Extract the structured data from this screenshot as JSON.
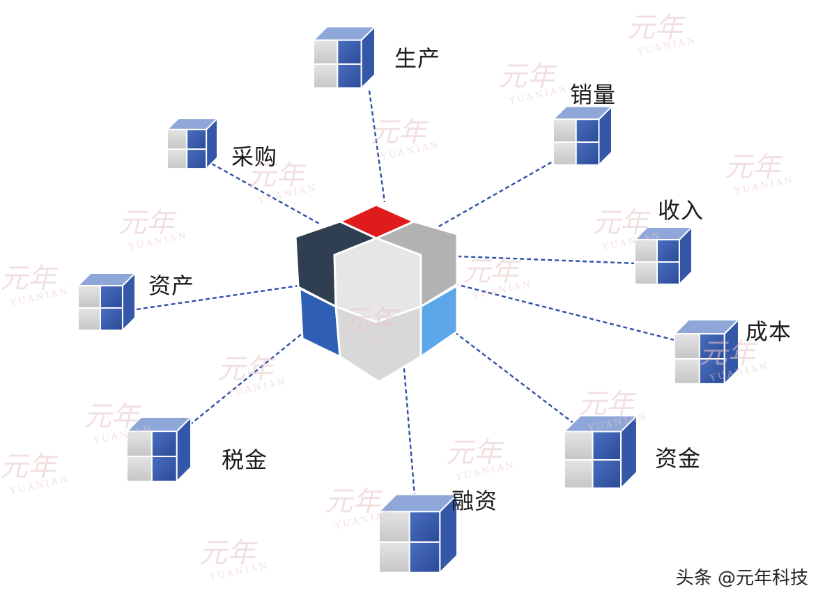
{
  "center": {
    "colors": {
      "top_left": "#2f3e50",
      "top_right": "#b2b2b2",
      "top_back": "#e01b1b",
      "front": "#e6e6e6",
      "bottom_left": "#2f5fb5",
      "bottom_right": "#5ea6ea",
      "bottom_front": "#d8d8d8"
    }
  },
  "nodes": [
    {
      "id": "production",
      "label": "生产"
    },
    {
      "id": "sales",
      "label": "销量"
    },
    {
      "id": "procurement",
      "label": "采购"
    },
    {
      "id": "revenue",
      "label": "收入"
    },
    {
      "id": "assets",
      "label": "资产"
    },
    {
      "id": "cost",
      "label": "成本"
    },
    {
      "id": "tax",
      "label": "税金"
    },
    {
      "id": "funds",
      "label": "资金"
    },
    {
      "id": "financing",
      "label": "融资"
    }
  ],
  "colors": {
    "connector": "#2f4fa8",
    "cube_blue": "#3557a8",
    "cube_grey": "#d4d4d4",
    "cube_top": "#8fa7d8"
  },
  "watermark": {
    "cn": "元年",
    "en": "YUANIAN"
  },
  "footer": {
    "credit": "头条 @元年科技"
  }
}
